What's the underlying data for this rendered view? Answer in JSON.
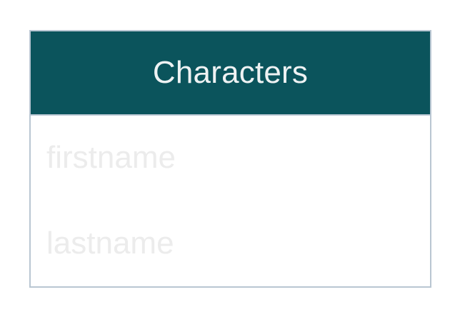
{
  "entity": {
    "title": "Characters",
    "fields": [
      "firstname",
      "lastname"
    ],
    "colors": {
      "header_bg": "#0b545c",
      "header_text": "#eef2f3",
      "border": "#b9c6d2",
      "field_text": "#ececec"
    }
  }
}
